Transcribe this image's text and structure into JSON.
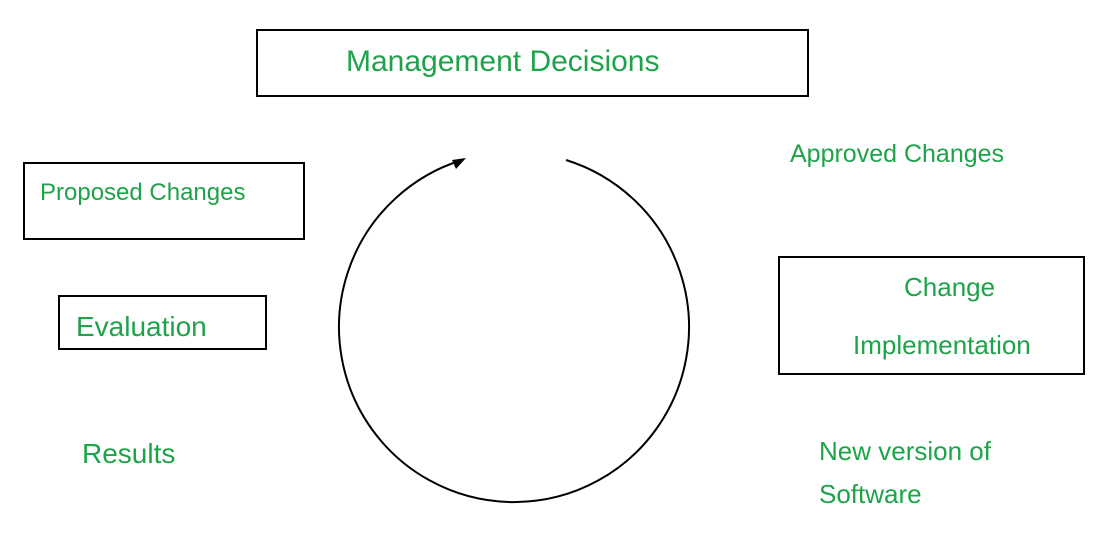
{
  "colors": {
    "text": "#1ea34a",
    "stroke": "#000000",
    "background": "#ffffff"
  },
  "nodes": {
    "management_decisions": "Management Decisions",
    "approved_changes": "Approved Changes",
    "proposed_changes": "Proposed Changes",
    "evaluation": "Evaluation",
    "change_implementation_line1": "Change",
    "change_implementation_line2": "Implementation",
    "results": "Results",
    "new_version_line1": "New version of",
    "new_version_line2": "Software"
  },
  "cycle": {
    "direction": "clockwise",
    "arrowhead": "top-center"
  }
}
